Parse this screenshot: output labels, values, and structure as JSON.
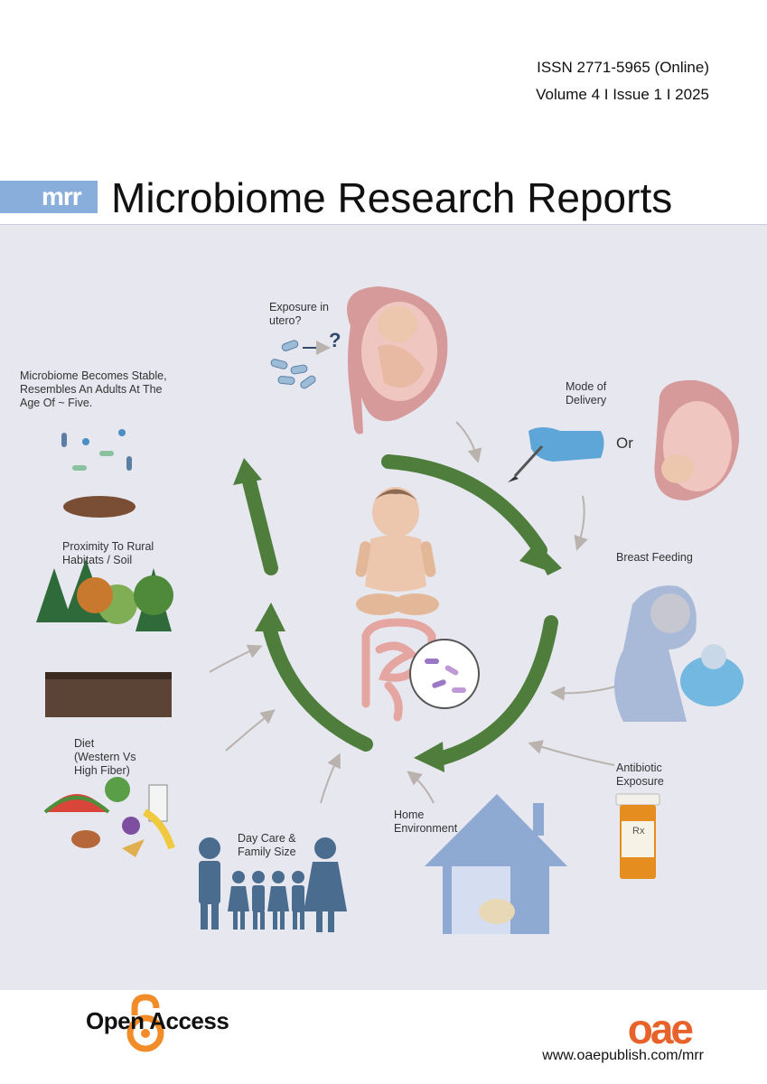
{
  "header": {
    "issn": "ISSN 2771-5965 (Online)",
    "volume": "Volume 4 I Issue 1 I  2025"
  },
  "journal": {
    "abbreviation": "mrr",
    "title": "Microbiome Research Reports"
  },
  "illustration": {
    "labels": {
      "exposure_in_utero": [
        "Exposure in",
        "utero?"
      ],
      "mode_of_delivery": [
        "Mode of",
        "Delivery"
      ],
      "or": "Or",
      "breast_feeding": "Breast Feeding",
      "antibiotic_exposure": [
        "Antibiotic",
        "Exposure"
      ],
      "home_environment": [
        "Home",
        "Environment"
      ],
      "day_care": [
        "Day Care &",
        "Family Size"
      ],
      "diet": [
        "Diet",
        "(Western Vs",
        "High Fiber)"
      ],
      "proximity": [
        "Proximity To Rural",
        "Habitats / Soil"
      ],
      "stable": [
        "Microbiome Becomes Stable,",
        "Resembles An Adults At The",
        "Age Of ~ Five."
      ],
      "question_mark": "?",
      "rx": "Rx"
    },
    "colors": {
      "background": "#e6e7ef",
      "arrow_green": "#4f7e3c",
      "uterus_pink": "#d69a9a",
      "skin": "#ecc7ad",
      "gut_pink": "#e5a6a2",
      "people_blue": "#4a6c8f",
      "glove_blue": "#5ea6d8",
      "bottle_orange": "#e58d1e",
      "house_blue": "#8ea9d2"
    }
  },
  "footer": {
    "open_access": "Open Access",
    "publisher_logo": "oae",
    "url": "www.oaepublish.com/mrr",
    "colors": {
      "oa_orange": "#f28c28",
      "oae_orange": "#e8622b",
      "oae_red": "#c4242c"
    }
  }
}
